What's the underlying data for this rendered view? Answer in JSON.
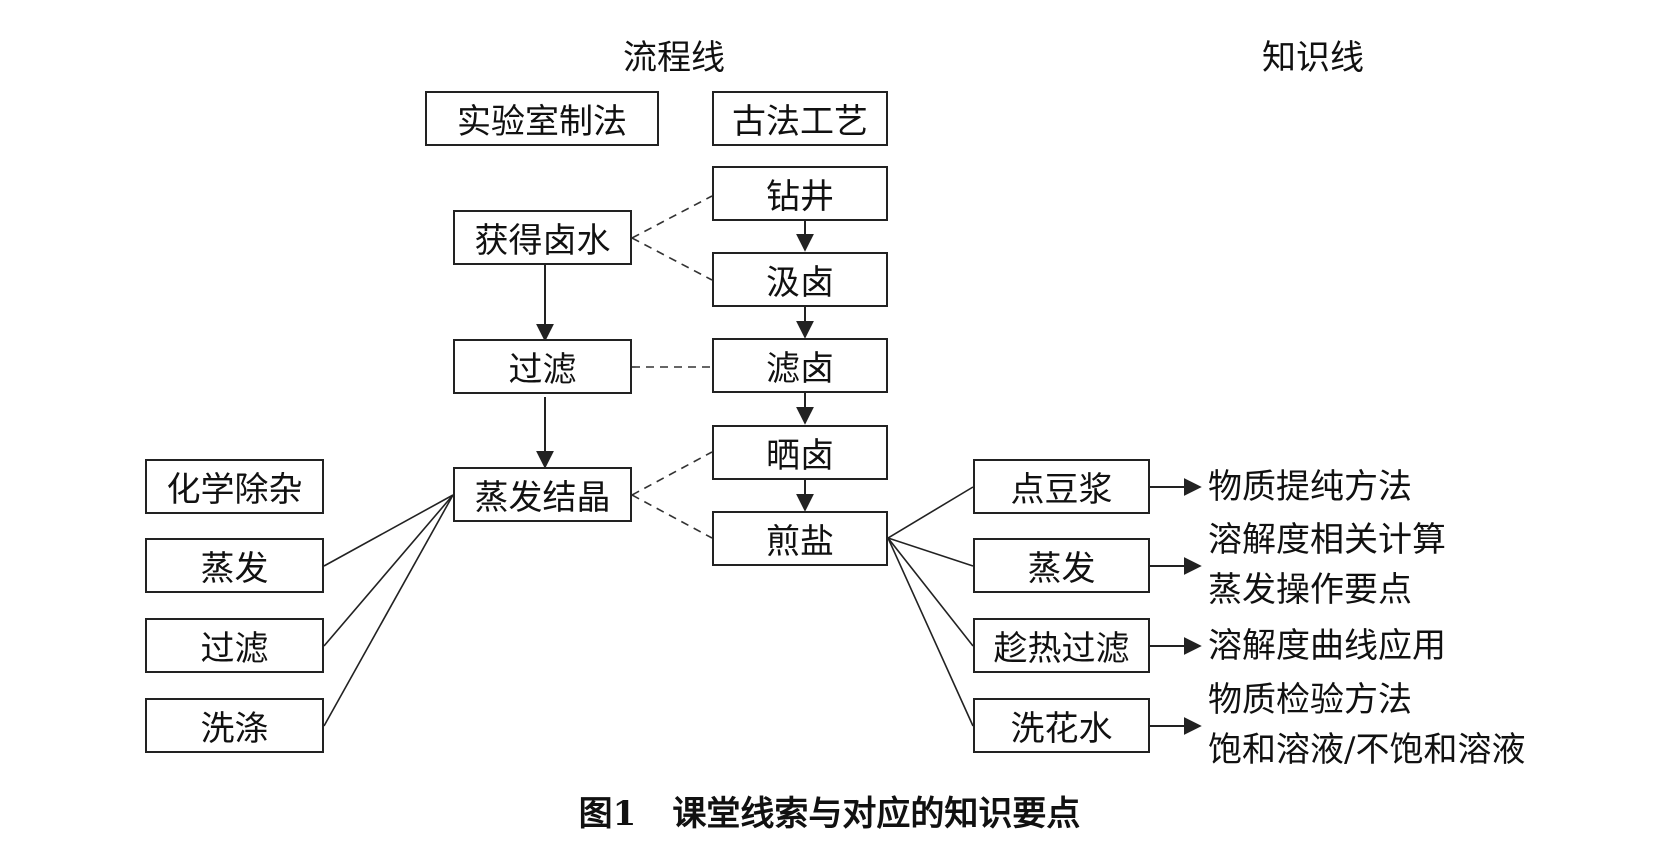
{
  "headers": {
    "process_line": "流程线",
    "knowledge_line": "知识线"
  },
  "lab_method": {
    "title": "实验室制法",
    "steps": {
      "get_brine": "获得卤水",
      "filter": "过滤",
      "evaporate_crystallize": "蒸发结晶"
    }
  },
  "ancient_craft": {
    "title": "古法工艺",
    "steps": {
      "drill": "钻井",
      "draw_brine": "汲卤",
      "filter_brine": "滤卤",
      "sun_brine": "晒卤",
      "boil_salt": "煎盐"
    }
  },
  "chemistry_impurity": {
    "title": "化学除杂",
    "items": {
      "evaporate": "蒸发",
      "filter": "过滤",
      "wash": "洗涤"
    }
  },
  "knowledge": {
    "tofu": {
      "label": "点豆浆",
      "points": [
        "物质提纯方法"
      ]
    },
    "evaporate": {
      "label": "蒸发",
      "points": [
        "溶解度相关计算",
        "蒸发操作要点"
      ]
    },
    "hot_filter": {
      "label": "趁热过滤",
      "points": [
        "溶解度曲线应用"
      ]
    },
    "wash_flower": {
      "label": "洗花水",
      "points": [
        "物质检验方法",
        "饱和溶液/不饱和溶液"
      ]
    }
  },
  "caption": {
    "number": "图1",
    "text": "课堂线索与对应的知识要点"
  }
}
